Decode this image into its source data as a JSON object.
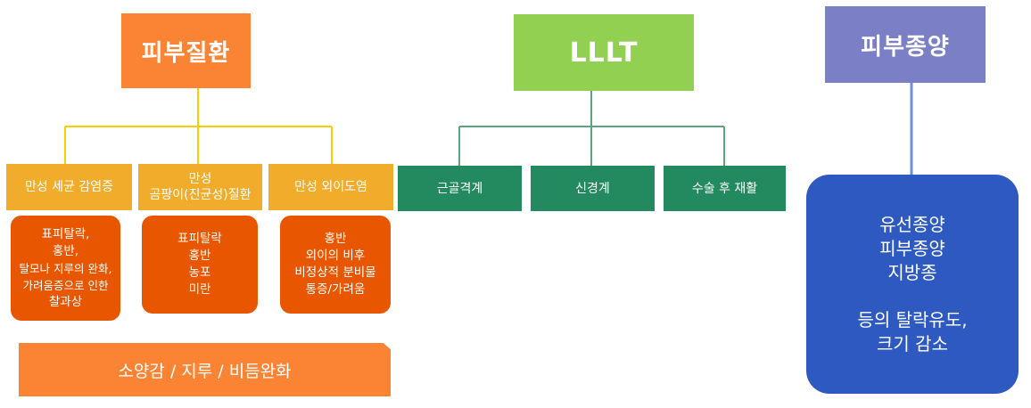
{
  "headers": {
    "left": "피부질환",
    "middle": "LLLT",
    "right": "피부종양"
  },
  "left_categories": [
    {
      "lines": [
        "만성 세균 감염증"
      ]
    },
    {
      "lines": [
        "만성",
        "곰팡이(진균성)질환"
      ]
    },
    {
      "lines": [
        "만성 외이도염"
      ]
    }
  ],
  "left_cards": [
    {
      "lines": [
        "표피탈락,",
        "홍반,",
        "탈모나 지루의 완화,",
        "가려움증으로 인한",
        "찰과상"
      ]
    },
    {
      "lines": [
        "표피탈락",
        "홍반",
        "농포",
        "미란"
      ]
    },
    {
      "lines": [
        "홍반",
        "외이의 비후",
        "비정상적 분비물",
        "통증/가려움"
      ]
    }
  ],
  "middle_categories": [
    {
      "label": "근골격계"
    },
    {
      "label": "신경계"
    },
    {
      "label": "수술 후 재활"
    }
  ],
  "banner": "소양감 / 지루 / 비듬완화",
  "right_box": {
    "lines": [
      "유선종양",
      "피부종양",
      "지방종",
      "",
      "등의 탈락유도,",
      "크기 감소"
    ]
  },
  "colors": {
    "orange_header": "#fb8434",
    "green_header": "#91d050",
    "purple_header": "#7b7fc6",
    "yellow_category": "#f0ac2a",
    "dark_orange_card": "#e85600",
    "teal_category": "#228a5e",
    "blue_box": "#2e59c0",
    "connector_yellow": "#f5d000",
    "connector_green": "#5aa47f",
    "connector_blue": "#6f8fd8"
  }
}
